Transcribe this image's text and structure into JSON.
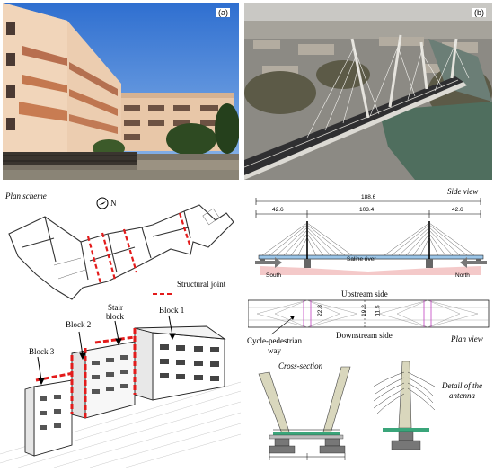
{
  "panel_a": {
    "tag": "(a)"
  },
  "panel_b": {
    "tag": "(b)"
  },
  "plan_scheme": {
    "title": "Plan scheme",
    "north": "N",
    "legend": "Structural joint"
  },
  "blocks": {
    "block1": "Block 1",
    "block2": "Block 2",
    "block3": "Block 3",
    "stair": "Stair",
    "stair2": "block"
  },
  "side_view": {
    "title": "Side view",
    "total": "188.6",
    "span_left": "42.6",
    "span_mid": "103.4",
    "span_right": "42.6",
    "river": "Saline river",
    "south": "South",
    "north": "North"
  },
  "plan_view": {
    "upstream": "Upstream side",
    "downstream": "Downstream side",
    "cycle1": "Cycle-pedestrian",
    "cycle2": "way",
    "title": "Plan view",
    "dim1": "22.8",
    "dim2": "19.2",
    "dim3": "11.5"
  },
  "cross_section": {
    "title": "Cross-section"
  },
  "antenna": {
    "title1": "Detail of the",
    "title2": "antenna"
  }
}
